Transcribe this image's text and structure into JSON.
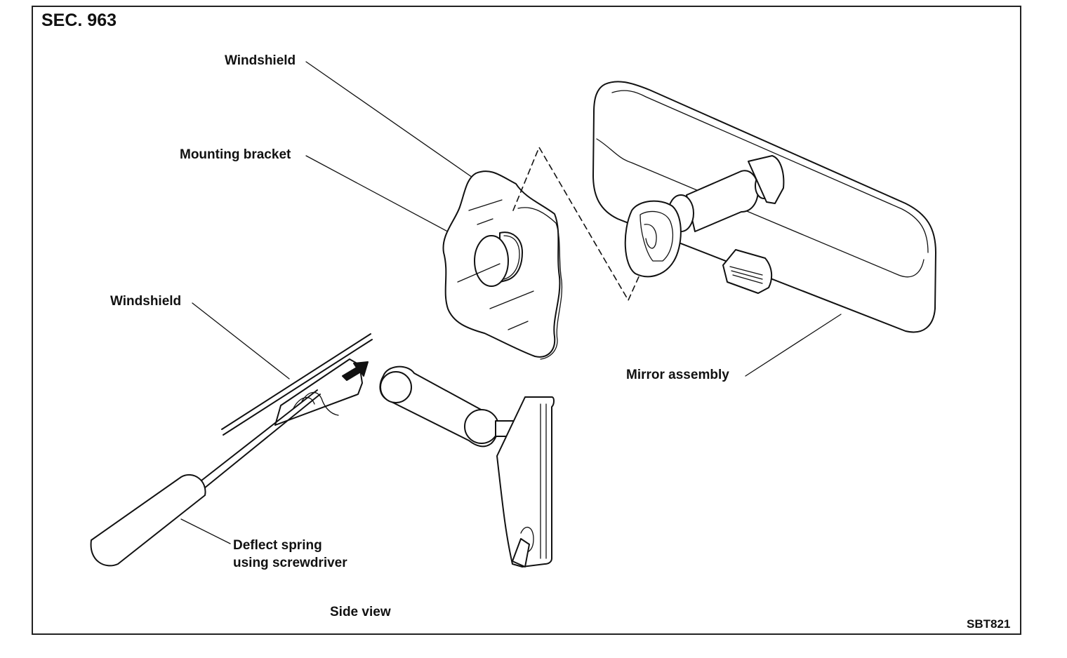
{
  "section": "SEC. 963",
  "figure_code": "SBT821",
  "labels": {
    "windshield_top": "Windshield",
    "mounting_bracket": "Mounting bracket",
    "windshield_side": "Windshield",
    "mirror_assembly": "Mirror assembly",
    "deflect_spring_line1": "Deflect spring",
    "deflect_spring_line2": "using screwdriver",
    "side_view": "Side view"
  }
}
